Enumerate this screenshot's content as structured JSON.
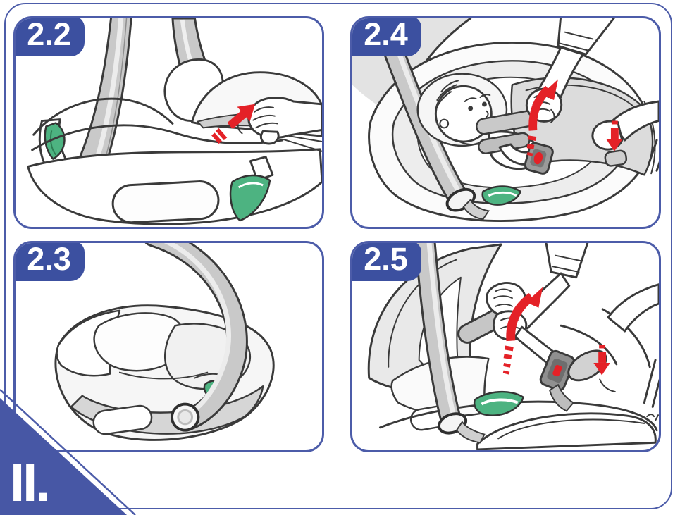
{
  "section": {
    "label": "II."
  },
  "panels": [
    {
      "step_label": "2.2",
      "illustration": "infant-carrier-side-view-hand-pulling-harness-adjuster-strap",
      "markers": [
        "red-up-arrow",
        "green-handle-button",
        "green-belt-guide"
      ]
    },
    {
      "step_label": "2.4",
      "illustration": "baby-in-carrier-hands-fastening-and-tightening-harness",
      "markers": [
        "red-curved-up-arrow",
        "red-down-arrow",
        "red-buckle-button",
        "green-belt-guide"
      ]
    },
    {
      "step_label": "2.3",
      "illustration": "infant-carrier-three-quarter-view-carry-handle-swung-over",
      "markers": [
        "green-handle-button"
      ]
    },
    {
      "step_label": "2.5",
      "illustration": "empty-carrier-hand-pulling-harness-strap-upward",
      "markers": [
        "red-curved-up-arrow",
        "red-down-arrow",
        "red-buckle-button",
        "green-belt-guide"
      ]
    }
  ],
  "colors": {
    "frame_blue": "#4c5ca9",
    "badge_blue": "#3c50a0",
    "ribbon_blue": "#4757a5",
    "arrow_red": "#e42127",
    "accent_green": "#4db381",
    "line_dark": "#3a3a3a",
    "shade_gray": "#c9c9c9",
    "background": "#ffffff"
  }
}
